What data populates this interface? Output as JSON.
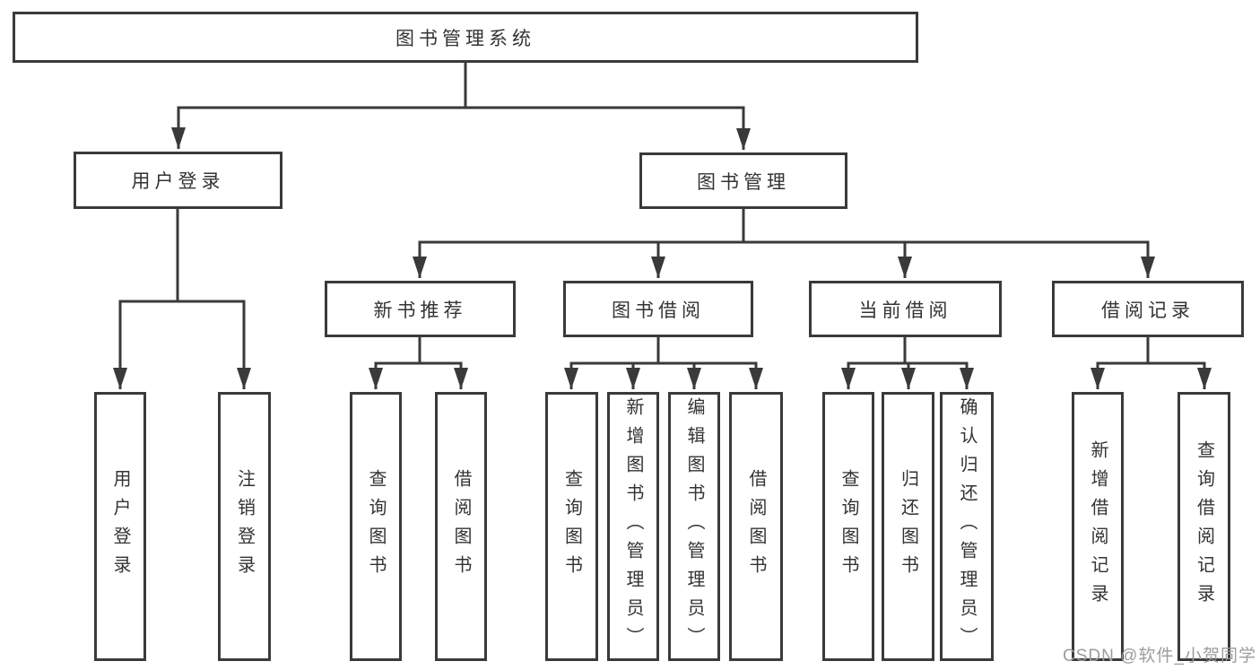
{
  "watermark": "CSDN @软件_小贺同学",
  "colors": {
    "line": "#3a3a3a",
    "text": "#333333",
    "watermark": "#9c9c9c",
    "background": "#ffffff"
  },
  "diagram": {
    "type": "hierarchy-tree",
    "root": {
      "label": "图书管理系统"
    },
    "branches": [
      {
        "label": "用户登录",
        "children": [
          {
            "label": "用户登录"
          },
          {
            "label": "注销登录"
          }
        ]
      },
      {
        "label": "图书管理",
        "children": [
          {
            "label": "新书推荐",
            "children": [
              {
                "label": "查询图书"
              },
              {
                "label": "借阅图书"
              }
            ]
          },
          {
            "label": "图书借阅",
            "children": [
              {
                "label": "查询图书"
              },
              {
                "label": "新增图书（管理员）"
              },
              {
                "label": "编辑图书（管理员）"
              },
              {
                "label": "借阅图书"
              }
            ]
          },
          {
            "label": "当前借阅",
            "children": [
              {
                "label": "查询图书"
              },
              {
                "label": "归还图书"
              },
              {
                "label": "确认归还（管理员）"
              }
            ]
          },
          {
            "label": "借阅记录",
            "children": [
              {
                "label": "新增借阅记录"
              },
              {
                "label": "查询借阅记录"
              }
            ]
          }
        ]
      }
    ]
  }
}
